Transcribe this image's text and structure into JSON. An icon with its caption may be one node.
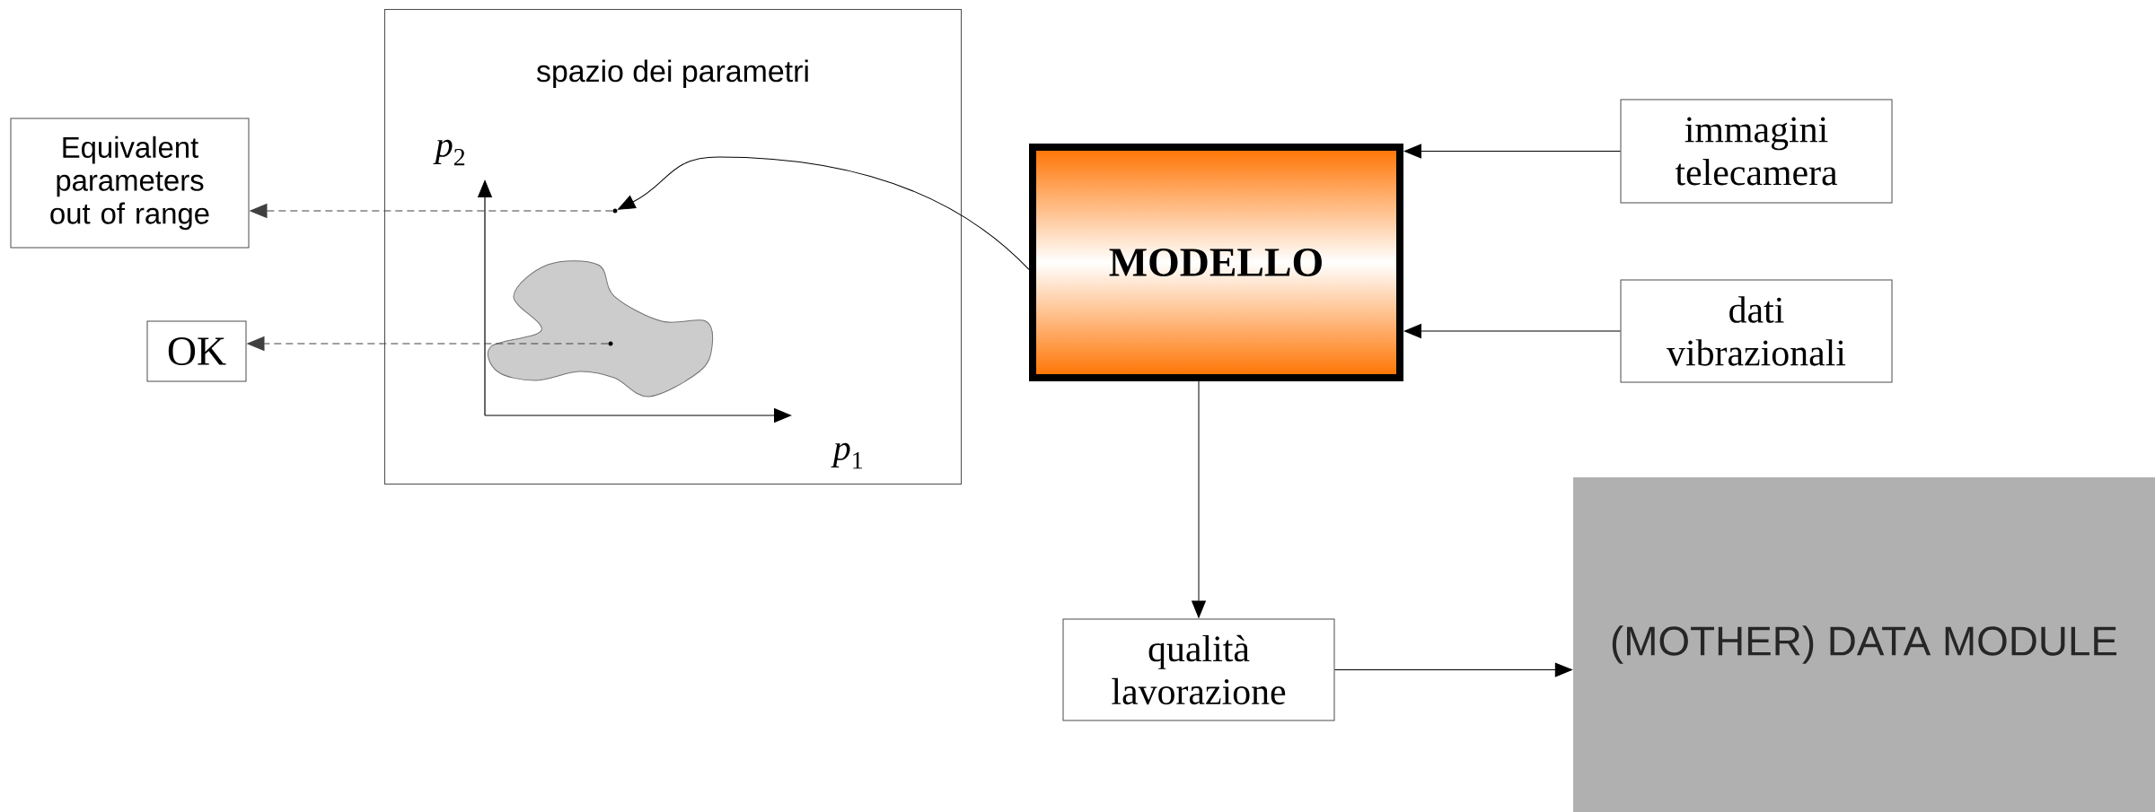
{
  "diagram": {
    "nodes": [
      {
        "text": [
          "spazio dei parametri"
        ]
      },
      {
        "text": [
          "Equivalent parameters out of range"
        ]
      },
      {
        "text": [
          "OK"
        ]
      },
      {
        "text": [],
        "shape": "circle",
        "in": 0
      },
      {
        "text": [],
        "shape": "circle",
        "in": 0
      },
      {
        "text": [
          "MODELLO"
        ]
      },
      {
        "text": [
          "immagini telecamera"
        ]
      },
      {
        "text": [
          "dati vibrazionali"
        ]
      },
      {
        "text": [
          "qualità lavorazione"
        ]
      },
      {
        "text": [
          "(MOTHER) DATA MODULE"
        ]
      }
    ],
    "edges": [
      {
        "from": 3,
        "to": 1,
        "arrow": "to",
        "style": "dashed"
      },
      {
        "from": 4,
        "to": 2,
        "arrow": "to",
        "style": "dashed"
      },
      {
        "from": 5,
        "to": 3,
        "arrow": "to"
      },
      {
        "from": 6,
        "to": 5,
        "arrow": "to"
      },
      {
        "from": 7,
        "to": 5,
        "arrow": "to"
      },
      {
        "from": 5,
        "to": 8,
        "arrow": "to"
      },
      {
        "from": 8,
        "to": 9,
        "arrow": "to"
      }
    ],
    "labels": [
      "*p*$_{2}$",
      "*p*$_{1}$"
    ]
  }
}
